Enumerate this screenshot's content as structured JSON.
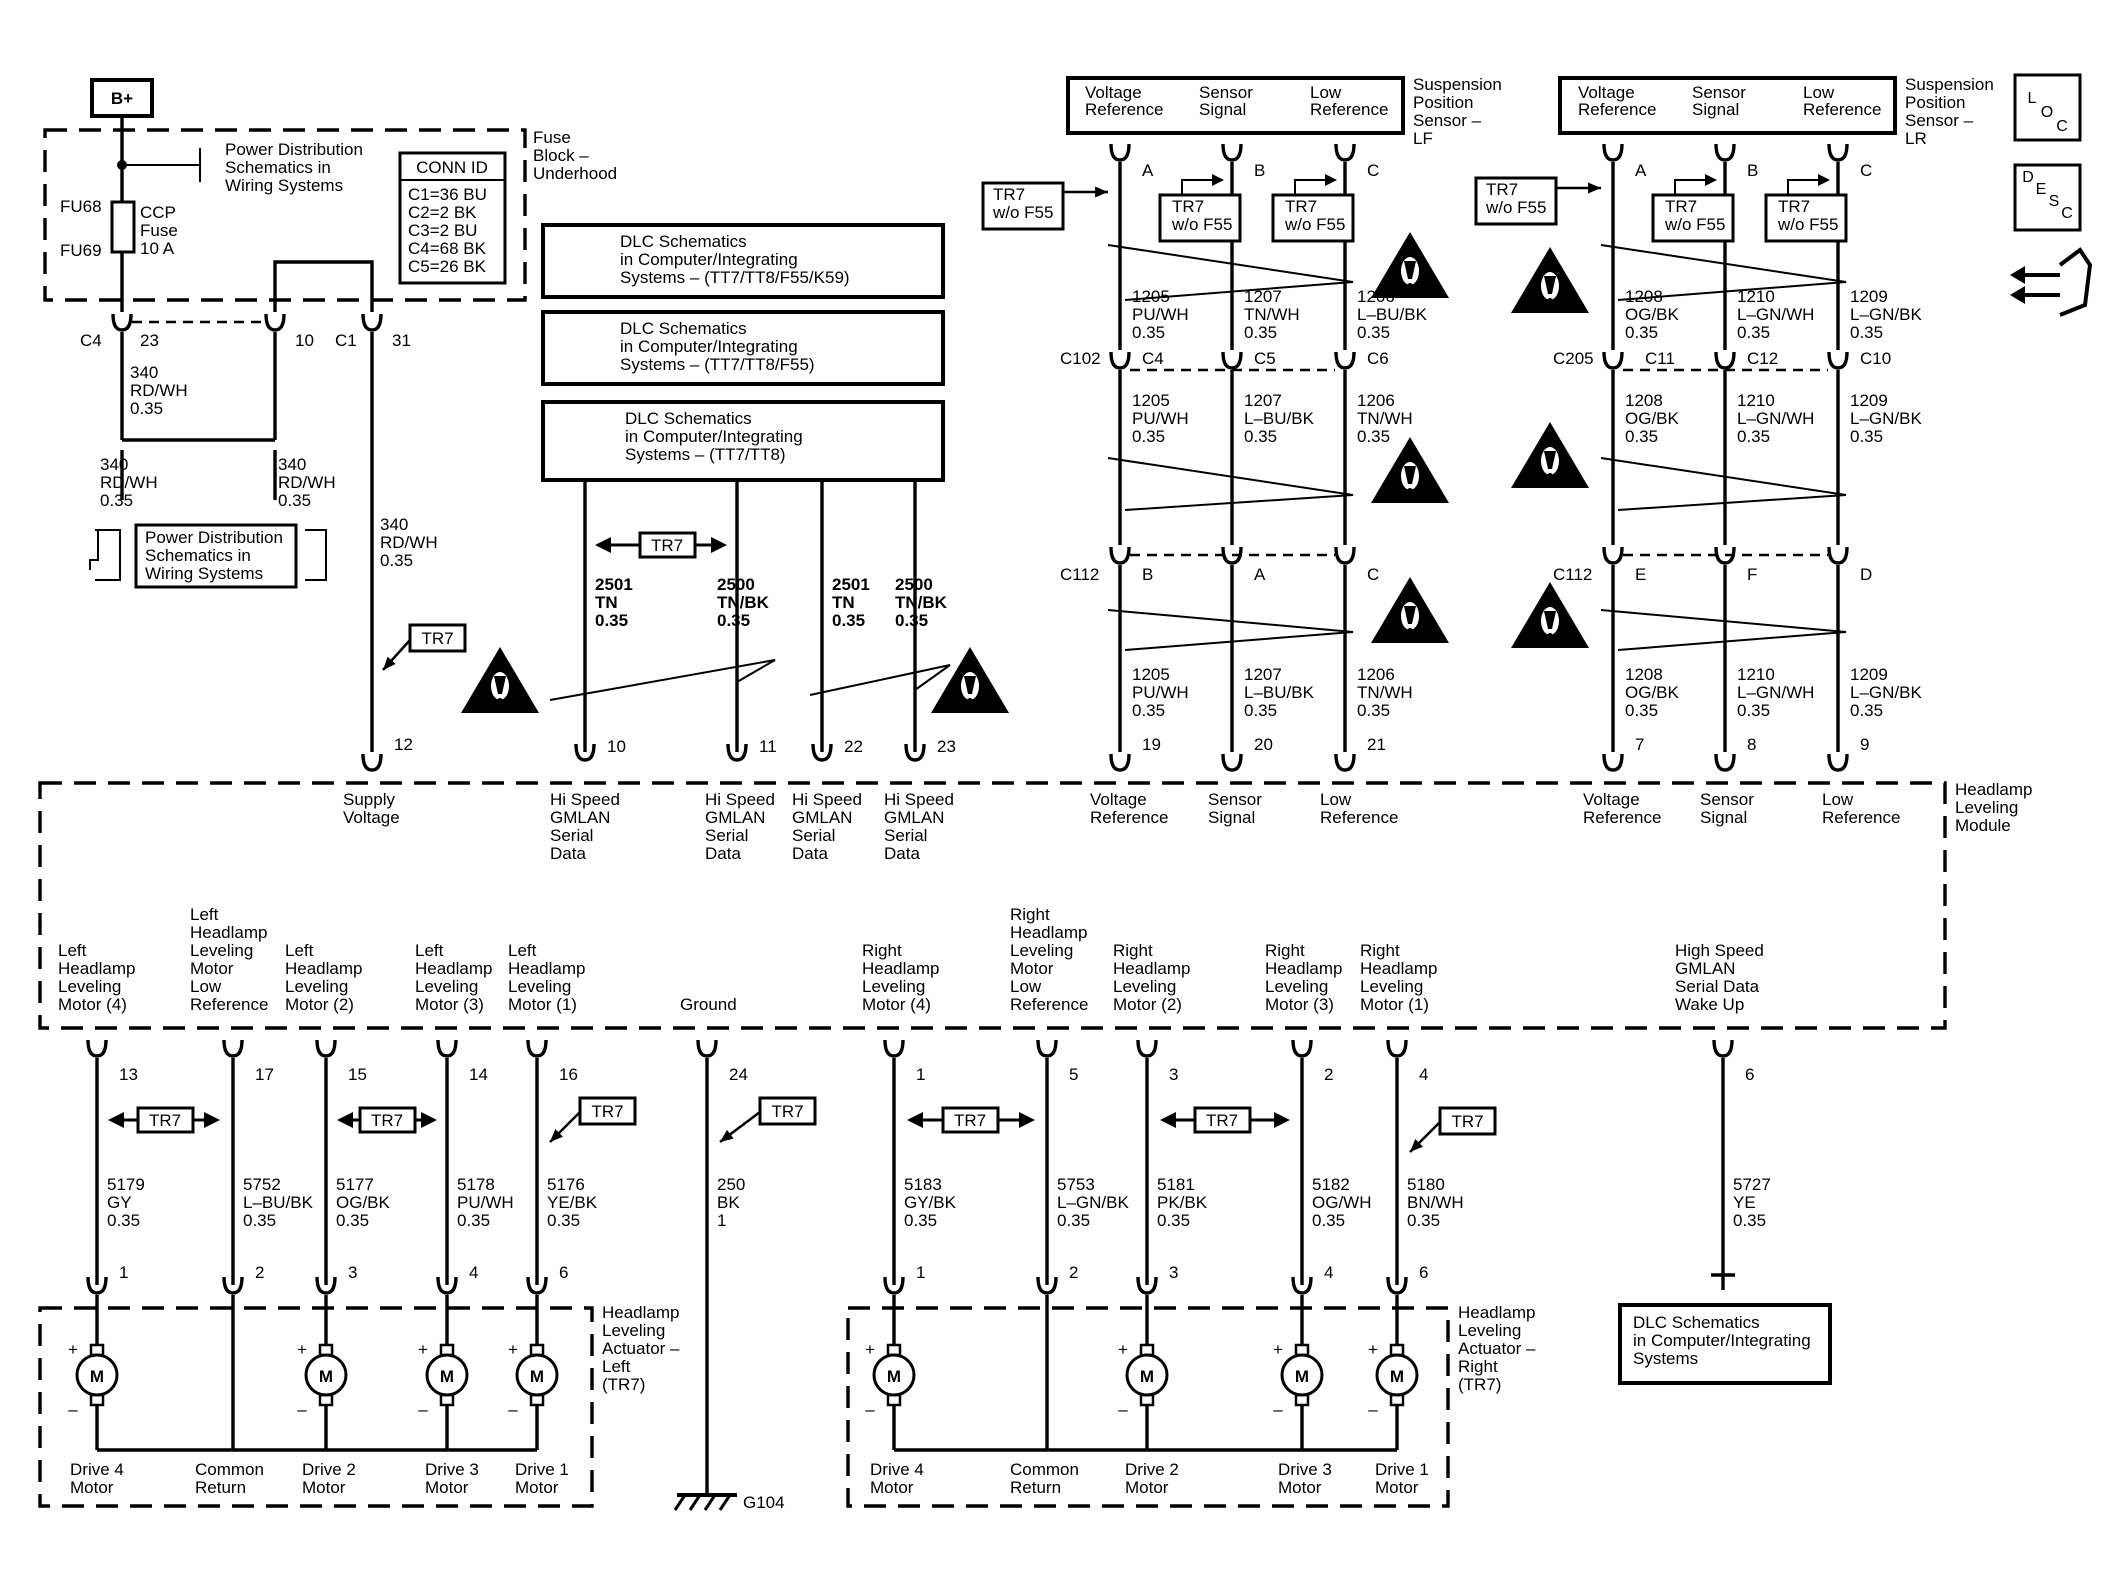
{
  "power": {
    "bplus": "B+",
    "fu68": "FU68",
    "fu69": "FU69",
    "fuse": [
      "CCP",
      "Fuse",
      "10 A"
    ]
  },
  "fuse_block": [
    "Fuse",
    "Block –",
    "Underhood"
  ],
  "pd_schematics": [
    "Power Distribution",
    "Schematics in",
    "Wiring Systems"
  ],
  "conn_id": {
    "title": "CONN ID",
    "rows": [
      "C1=36 BU",
      "C2=2 BK",
      "C3=2 BU",
      "C4=68 BK",
      "C5=26 BK"
    ]
  },
  "fuse_pins": {
    "c4": "C4",
    "p23": "23",
    "p10": "10",
    "c1": "C1",
    "p31": "31"
  },
  "supply_wire": {
    "num": "340",
    "color": "RD/WH",
    "size": "0.35"
  },
  "dlc_boxes": [
    [
      "DLC Schematics",
      "in Computer/Integrating",
      "Systems – (TT7/TT8/F55/K59)"
    ],
    [
      "DLC Schematics",
      "in Computer/Integrating",
      "Systems – (TT7/TT8/F55)"
    ],
    [
      "DLC Schematics",
      "in Computer/Integrating",
      "Systems – (TT7/TT8)"
    ]
  ],
  "gmlan_wires": [
    {
      "num": "2501",
      "color": "TN",
      "size": "0.35",
      "pin": "10"
    },
    {
      "num": "2500",
      "color": "TN/BK",
      "size": "0.35",
      "pin": "11"
    },
    {
      "num": "2501",
      "color": "TN",
      "size": "0.35",
      "pin": "22"
    },
    {
      "num": "2500",
      "color": "TN/BK",
      "size": "0.35",
      "pin": "23"
    }
  ],
  "tr7": "TR7",
  "tr7_wo": [
    "TR7",
    "w/o F55"
  ],
  "sensors": [
    {
      "name": [
        "Suspension",
        "Position",
        "Sensor –",
        "LF"
      ],
      "header": [
        [
          "Voltage",
          "Reference"
        ],
        [
          "Sensor",
          "Signal"
        ],
        [
          "Low",
          "Reference"
        ]
      ],
      "pins_top": [
        "A",
        "B",
        "C"
      ],
      "wires1": [
        [
          "1205",
          "PU/WH",
          "0.35"
        ],
        [
          "1207",
          "TN/WH",
          "0.35"
        ],
        [
          "1206",
          "L–BU/BK",
          "0.35"
        ]
      ],
      "conn1": "C102",
      "conn1_pins": [
        "C4",
        "C5",
        "C6"
      ],
      "wires2": [
        [
          "1205",
          "PU/WH",
          "0.35"
        ],
        [
          "1207",
          "L–BU/BK",
          "0.35"
        ],
        [
          "1206",
          "TN/WH",
          "0.35"
        ]
      ],
      "conn2": "C112",
      "conn2_pins": [
        "B",
        "A",
        "C"
      ],
      "wires3": [
        [
          "1205",
          "PU/WH",
          "0.35"
        ],
        [
          "1207",
          "L–BU/BK",
          "0.35"
        ],
        [
          "1206",
          "TN/WH",
          "0.35"
        ]
      ],
      "module_pins": [
        "19",
        "20",
        "21"
      ]
    },
    {
      "name": [
        "Suspension",
        "Position",
        "Sensor –",
        "LR"
      ],
      "header": [
        [
          "Voltage",
          "Reference"
        ],
        [
          "Sensor",
          "Signal"
        ],
        [
          "Low",
          "Reference"
        ]
      ],
      "pins_top": [
        "A",
        "B",
        "C"
      ],
      "wires1": [
        [
          "1208",
          "OG/BK",
          "0.35"
        ],
        [
          "1210",
          "L–GN/WH",
          "0.35"
        ],
        [
          "1209",
          "L–GN/BK",
          "0.35"
        ]
      ],
      "conn1": "C205",
      "conn1_pins": [
        "C11",
        "C12",
        "C10"
      ],
      "wires2": [
        [
          "1208",
          "OG/BK",
          "0.35"
        ],
        [
          "1210",
          "L–GN/WH",
          "0.35"
        ],
        [
          "1209",
          "L–GN/BK",
          "0.35"
        ]
      ],
      "conn2": "C112",
      "conn2_pins": [
        "E",
        "F",
        "D"
      ],
      "wires3": [
        [
          "1208",
          "OG/BK",
          "0.35"
        ],
        [
          "1210",
          "L–GN/WH",
          "0.35"
        ],
        [
          "1209",
          "L–GN/BK",
          "0.35"
        ]
      ],
      "module_pins": [
        "7",
        "8",
        "9"
      ]
    }
  ],
  "loc_icon": [
    "L",
    "O",
    "C"
  ],
  "desc_icon": [
    "D",
    "E",
    "S",
    "C"
  ],
  "module": {
    "name": [
      "Headlamp",
      "Leveling",
      "Module"
    ],
    "top": [
      {
        "pin": "12",
        "label": [
          "Supply",
          "Voltage"
        ]
      },
      {
        "pin": "",
        "label": [
          "Hi Speed",
          "GMLAN",
          "Serial",
          "Data"
        ]
      },
      {
        "pin": "",
        "label": [
          "Hi Speed",
          "GMLAN",
          "Serial",
          "Data"
        ]
      },
      {
        "pin": "",
        "label": [
          "Hi Speed",
          "GMLAN",
          "Serial",
          "Data"
        ]
      },
      {
        "pin": "",
        "label": [
          "Hi Speed",
          "GMLAN",
          "Serial",
          "Data"
        ]
      },
      {
        "pin": "",
        "label": [
          "Voltage",
          "Reference"
        ]
      },
      {
        "pin": "",
        "label": [
          "Sensor",
          "Signal"
        ]
      },
      {
        "pin": "",
        "label": [
          "Low",
          "Reference"
        ]
      },
      {
        "pin": "",
        "label": [
          "Voltage",
          "Reference"
        ]
      },
      {
        "pin": "",
        "label": [
          "Sensor",
          "Signal"
        ]
      },
      {
        "pin": "",
        "label": [
          "Low",
          "Reference"
        ]
      }
    ],
    "bottom": [
      {
        "pin": "13",
        "label": [
          "Left",
          "Headlamp",
          "Leveling",
          "Motor (4)"
        ],
        "num": "5179",
        "color": "GY",
        "size": "0.35",
        "apin": "1"
      },
      {
        "pin": "17",
        "label": [
          "Left",
          "Headlamp",
          "Leveling",
          "Motor",
          "Low",
          "Reference"
        ],
        "num": "5752",
        "color": "L–BU/BK",
        "size": "0.35",
        "apin": "2"
      },
      {
        "pin": "15",
        "label": [
          "Left",
          "Headlamp",
          "Leveling",
          "Motor (2)"
        ],
        "num": "5177",
        "color": "OG/BK",
        "size": "0.35",
        "apin": "3"
      },
      {
        "pin": "14",
        "label": [
          "Left",
          "Headlamp",
          "Leveling",
          "Motor (3)"
        ],
        "num": "5178",
        "color": "PU/WH",
        "size": "0.35",
        "apin": "4"
      },
      {
        "pin": "16",
        "label": [
          "Left",
          "Headlamp",
          "Leveling",
          "Motor (1)"
        ],
        "num": "5176",
        "color": "YE/BK",
        "size": "0.35",
        "apin": "6"
      },
      {
        "pin": "24",
        "label": [
          "Ground"
        ],
        "num": "250",
        "color": "BK",
        "size": "1",
        "apin": ""
      },
      {
        "pin": "1",
        "label": [
          "Right",
          "Headlamp",
          "Leveling",
          "Motor (4)"
        ],
        "num": "5183",
        "color": "GY/BK",
        "size": "0.35",
        "apin": "1"
      },
      {
        "pin": "5",
        "label": [
          "Right",
          "Headlamp",
          "Leveling",
          "Motor",
          "Low",
          "Reference"
        ],
        "num": "5753",
        "color": "L–GN/BK",
        "size": "0.35",
        "apin": "2"
      },
      {
        "pin": "3",
        "label": [
          "Right",
          "Headlamp",
          "Leveling",
          "Motor (2)"
        ],
        "num": "5181",
        "color": "PK/BK",
        "size": "0.35",
        "apin": "3"
      },
      {
        "pin": "2",
        "label": [
          "Right",
          "Headlamp",
          "Leveling",
          "Motor (3)"
        ],
        "num": "5182",
        "color": "OG/WH",
        "size": "0.35",
        "apin": "4"
      },
      {
        "pin": "4",
        "label": [
          "Right",
          "Headlamp",
          "Leveling",
          "Motor (1)"
        ],
        "num": "5180",
        "color": "BN/WH",
        "size": "0.35",
        "apin": "6"
      },
      {
        "pin": "6",
        "label": [
          "High Speed",
          "GMLAN",
          "Serial Data",
          "Wake Up"
        ],
        "num": "5727",
        "color": "YE",
        "size": "0.35",
        "apin": ""
      }
    ]
  },
  "actuators": [
    {
      "name": [
        "Headlamp",
        "Leveling",
        "Actuator –",
        "Left",
        "(TR7)"
      ],
      "motors": [
        [
          "Drive 4",
          "Motor"
        ],
        [
          "Common",
          "Return"
        ],
        [
          "Drive 2",
          "Motor"
        ],
        [
          "Drive 3",
          "Motor"
        ],
        [
          "Drive 1",
          "Motor"
        ]
      ]
    },
    {
      "name": [
        "Headlamp",
        "Leveling",
        "Actuator –",
        "Right",
        "(TR7)"
      ],
      "motors": [
        [
          "Drive 4",
          "Motor"
        ],
        [
          "Common",
          "Return"
        ],
        [
          "Drive 2",
          "Motor"
        ],
        [
          "Drive 3",
          "Motor"
        ],
        [
          "Drive 1",
          "Motor"
        ]
      ]
    }
  ],
  "motor_symbol": "M",
  "plus": "+",
  "minus": "–",
  "ground": "G104",
  "dlc_bottom": [
    "DLC Schematics",
    "in Computer/Integrating",
    "Systems"
  ]
}
